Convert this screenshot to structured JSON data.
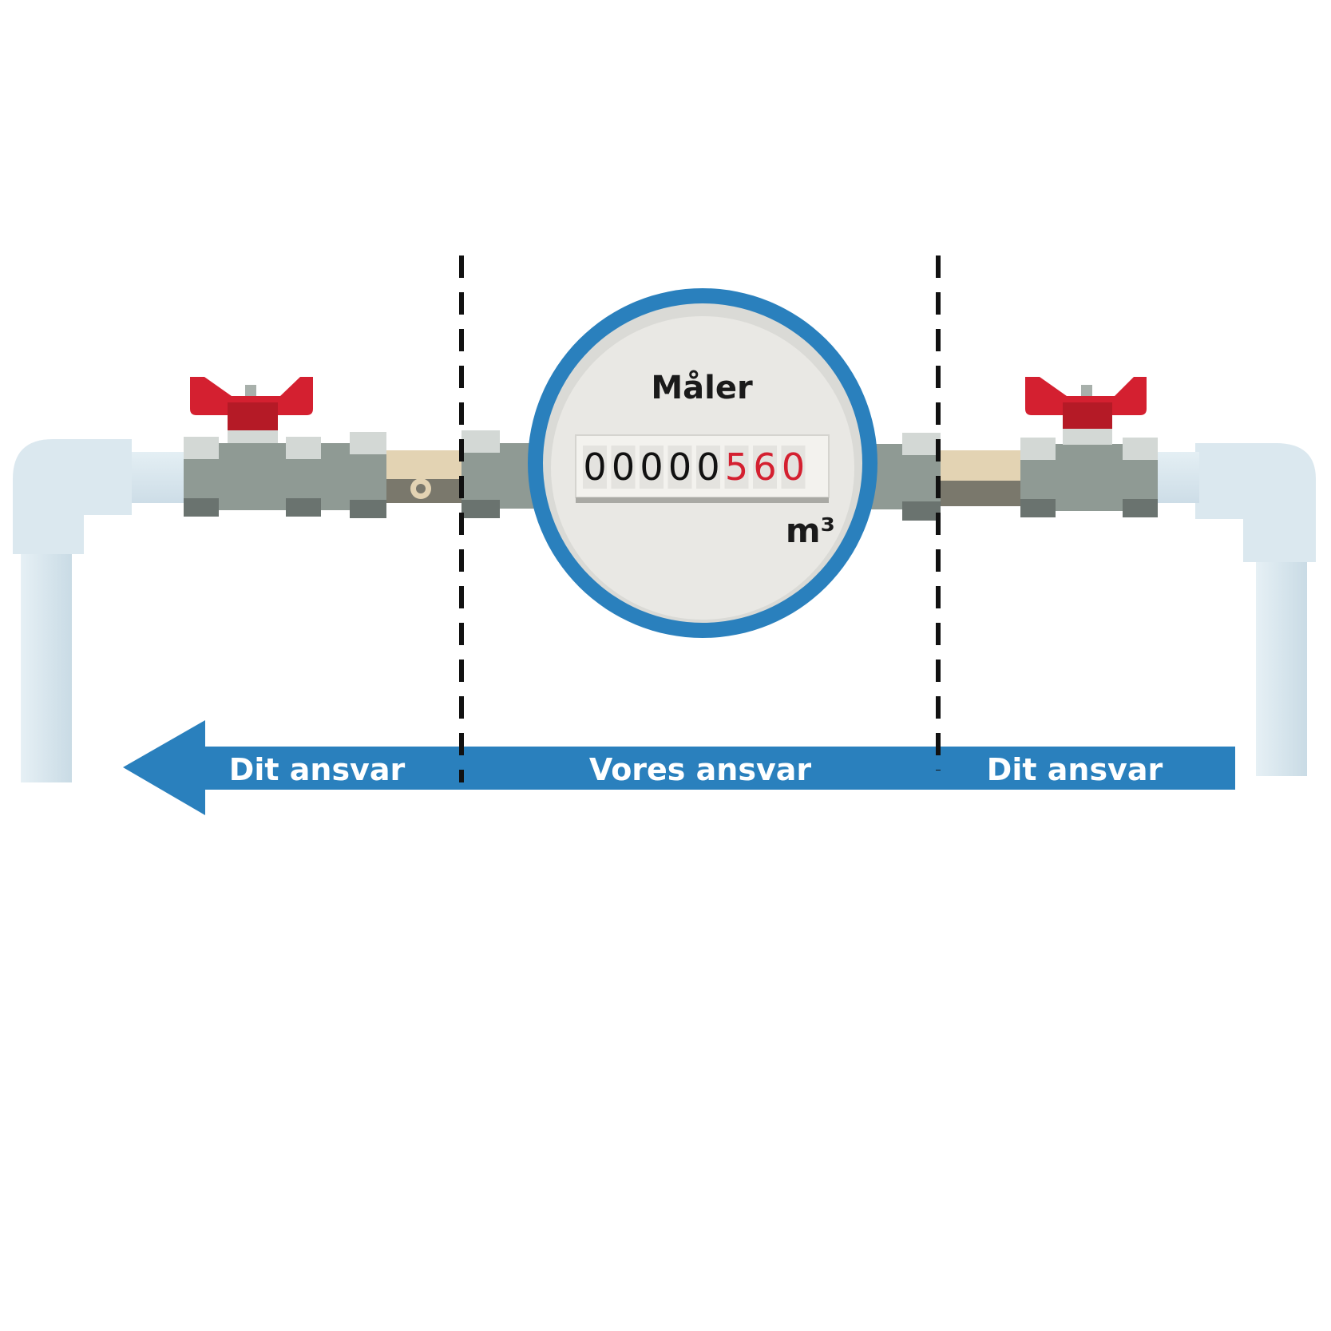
{
  "meter": {
    "title": "Måler",
    "reading_black": [
      "0",
      "0",
      "0",
      "0",
      "0"
    ],
    "reading_red": [
      "5",
      "6",
      "0"
    ],
    "unit": "m³"
  },
  "arrow": {
    "left_label": "Dit ansvar",
    "center_label": "Vores ansvar",
    "right_label": "Dit ansvar"
  },
  "colors": {
    "accent_blue": "#2a80bd",
    "handle_red": "#d42030",
    "pipe_light": "#dbe8ef",
    "fitting_gray": "#8f9a94",
    "brass": "#e3d3b3",
    "digit_red": "#d42030"
  },
  "icons": [
    "pipe-elbow-icon",
    "ball-valve-icon",
    "water-meter-icon",
    "arrow-left-icon"
  ]
}
